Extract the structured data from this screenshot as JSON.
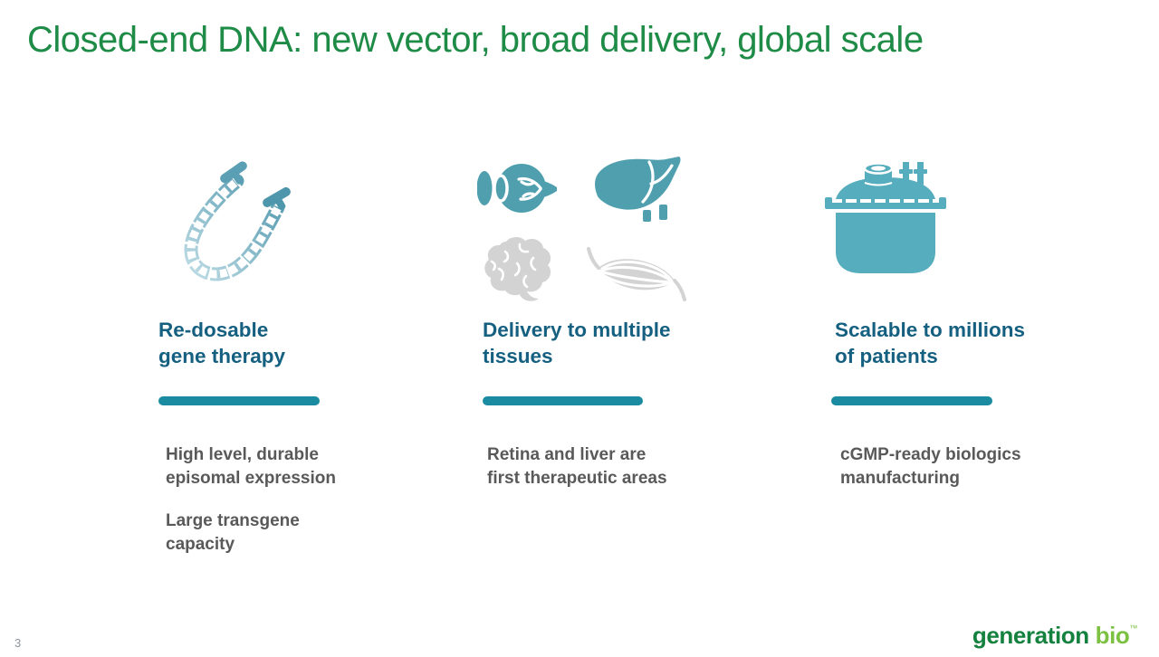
{
  "slide": {
    "title": "Closed-end DNA: new vector, broad delivery, global scale",
    "page_number": "3"
  },
  "columns": [
    {
      "id": "redosable",
      "icon": "cedna-dna-icon",
      "heading": "Re-dosable\ngene therapy",
      "bullets": [
        "High level, durable\nepisomal expression",
        "Large transgene\ncapacity"
      ]
    },
    {
      "id": "delivery",
      "icons": [
        "eye-icon",
        "liver-icon",
        "brain-icon",
        "muscle-icon"
      ],
      "heading": "Delivery to multiple\ntissues",
      "bullets": [
        "Retina and liver are\nfirst therapeutic areas"
      ]
    },
    {
      "id": "scalable",
      "icon": "bioreactor-icon",
      "heading": "Scalable to millions\nof patients",
      "bullets": [
        "cGMP-ready biologics\nmanufacturing"
      ]
    }
  ],
  "footer": {
    "logo_primary": "generation",
    "logo_secondary": "bio",
    "logo_tm": "™"
  },
  "colors": {
    "title_green": "#1e8b47",
    "heading_blue": "#155f80",
    "divider_teal": "#1a8ba0",
    "organ_icon_teal": "#4f9fae",
    "tank_icon_teal": "#56adbd",
    "inactive_icon_gray": "#d3d3d3",
    "body_text_gray": "#595959",
    "logo_green_dark": "#14813f",
    "logo_green_light": "#7cc141",
    "page_number_gray": "#8d949c"
  }
}
